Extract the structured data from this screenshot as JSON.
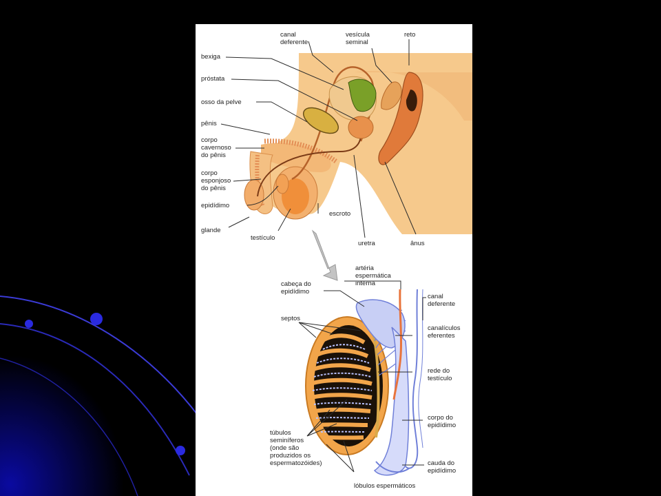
{
  "colors": {
    "background": "#000000",
    "deco_blue": "#1a1aff",
    "skin": "#f7c98a",
    "label_line": "#2b2b2b",
    "testis_outline": "#e69a3a",
    "vessels": "#6f7fd8",
    "artery": "#e8743c"
  },
  "upper_diagram": {
    "labels": {
      "canal_deferente": "canal\ndeferente",
      "vesicula_seminal": "vesícula\nseminal",
      "reto": "reto",
      "bexiga": "bexiga",
      "prostata": "próstata",
      "osso_pelve": "osso da pelve",
      "penis": "pênis",
      "corpo_cavernoso": "corpo\ncavernoso\ndo pênis",
      "corpo_esponjoso": "corpo\nesponjoso\ndo pênis",
      "epididimo": "epidídimo",
      "glande": "glande",
      "escroto": "escroto",
      "testiculo": "testículo",
      "uretra": "uretra",
      "anus": "ânus"
    }
  },
  "lower_diagram": {
    "labels": {
      "arteria": "artéria\nespermática\ninterna",
      "cabeca_epididimo": "cabeça do\nepidídimo",
      "canal_deferente": "canal\ndeferente",
      "septos": "septos",
      "canaliculos": "canalículos\neferentes",
      "rede_testiculo": "rede do\ntestículo",
      "corpo_epididimo": "corpo do\nepidídimo",
      "tubulos": "túbulos\nseminíferos\n(onde são\nproduzidos os\nespermatozóides)",
      "cauda_epididimo": "cauda do\nepidídimo",
      "lobulos": "lóbulos espermáticos"
    }
  }
}
